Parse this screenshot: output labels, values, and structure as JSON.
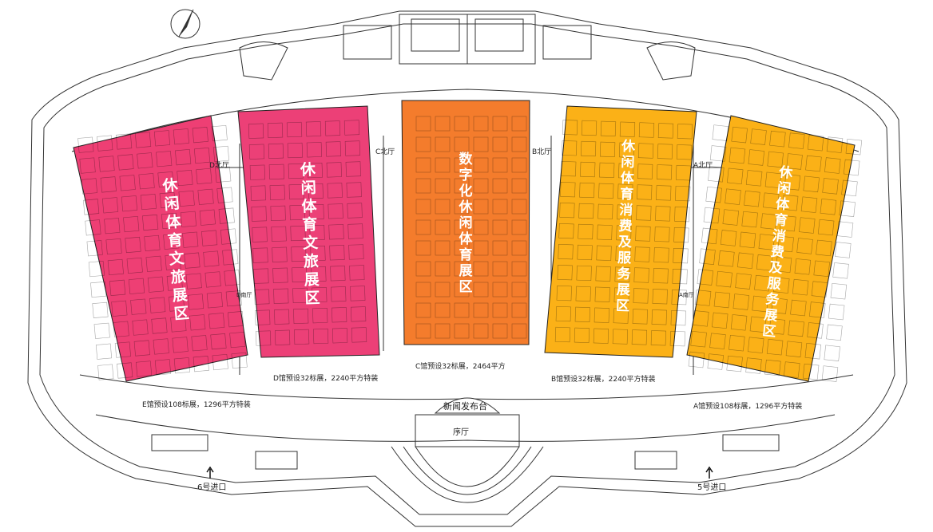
{
  "zones": [
    {
      "id": "E",
      "title": "休闲体育文旅展区",
      "color": "#ee3f74",
      "caption": "E馆预设108标展，1296平方特装"
    },
    {
      "id": "D",
      "title": "休闲体育文旅展区",
      "color": "#ec4077",
      "caption": "D馆预设32标展，2240平方特装"
    },
    {
      "id": "C",
      "title": "数字化休闲体育展区",
      "color": "#f47c2c",
      "caption": "C馆预设32标展，2464平方"
    },
    {
      "id": "B",
      "title": "休闲体育消费及服务展区",
      "color": "#fbb117",
      "caption": "B馆预设32标展，2240平方特装"
    },
    {
      "id": "A",
      "title": "休闲体育消费及服务展区",
      "color": "#fbb117",
      "caption": "A馆预设108标展，1296平方特装"
    }
  ],
  "halls": {
    "d_north": "D北厅",
    "c_north": "C北厅",
    "b_north": "B北厅",
    "a_north": "A北厅",
    "d_south": "D南厅",
    "a_south": "A南厅"
  },
  "press_stage": "新闻发布台",
  "lobby": "序厅",
  "entrances": {
    "left": "6号进口",
    "right": "5号进口"
  },
  "icons": [
    "compass-icon",
    "entrance-arrow-icon"
  ]
}
